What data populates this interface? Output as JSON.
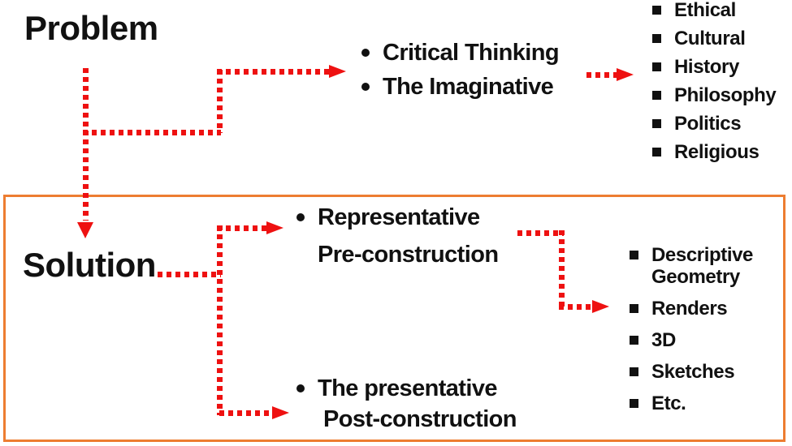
{
  "colors": {
    "red": "#EE1111",
    "orange": "#ED7D31",
    "text": "#111111",
    "background": "#FFFFFF"
  },
  "problem": {
    "title": "Problem",
    "approaches": [
      "Critical Thinking",
      "The Imaginative"
    ],
    "topics": [
      "Ethical",
      "Cultural",
      "History",
      "Philosophy",
      "Politics",
      "Religious"
    ]
  },
  "solution": {
    "title": "Solution",
    "upper_item": {
      "line1": "Representative",
      "line2": "Pre-construction"
    },
    "lower_item": {
      "line1": "The presentative",
      "line2": "Post-construction"
    },
    "outputs": [
      "Descriptive Geometry",
      "Renders",
      "3D",
      "Sketches",
      "Etc."
    ]
  }
}
